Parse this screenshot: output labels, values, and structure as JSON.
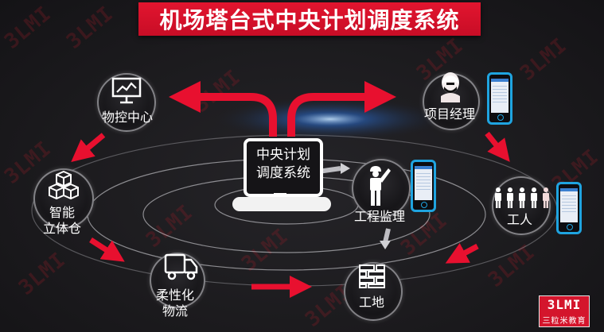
{
  "title": "机场塔台式中央计划调度系统",
  "center": {
    "label": "中央计划\n调度系统",
    "icon": "monitor-icon"
  },
  "nodes": [
    {
      "id": "control-center",
      "label": "物控中心",
      "icon": "monitor-chart-icon"
    },
    {
      "id": "smart-warehouse",
      "label": "智能\n立体仓",
      "icon": "cubes-icon"
    },
    {
      "id": "flexible-logistics",
      "label": "柔性化\n物流",
      "icon": "truck-icon"
    },
    {
      "id": "construction-site",
      "label": "工地",
      "icon": "brick-wall-icon"
    },
    {
      "id": "project-manager",
      "label": "项目经理",
      "icon": "manager-avatar-icon",
      "has_phone": true
    },
    {
      "id": "supervisor",
      "label": "工程监理",
      "icon": "worker-hardhat-icon",
      "has_phone": true
    },
    {
      "id": "workers",
      "label": "工人",
      "icon": "people-group-icon",
      "has_phone": true
    }
  ],
  "flows": [
    {
      "from": "中央计划调度系统",
      "to": "物控中心"
    },
    {
      "from": "中央计划调度系统",
      "to": "项目经理"
    },
    {
      "from": "物控中心",
      "to": "智能立体仓"
    },
    {
      "from": "智能立体仓",
      "to": "柔性化物流"
    },
    {
      "from": "柔性化物流",
      "to": "工地"
    },
    {
      "from": "项目经理",
      "to": "工人"
    },
    {
      "from": "工人",
      "to": "工地"
    },
    {
      "from": "中央计划调度系统",
      "to": "工程监理"
    },
    {
      "from": "工程监理",
      "to": "工地"
    }
  ],
  "logo": {
    "line1": "3LMI",
    "line2": "三粒米教育"
  },
  "watermark": "3LMI",
  "colors": {
    "accent": "#e8102f",
    "phone": "#1fa4e0",
    "background": "#1b1a1d"
  }
}
